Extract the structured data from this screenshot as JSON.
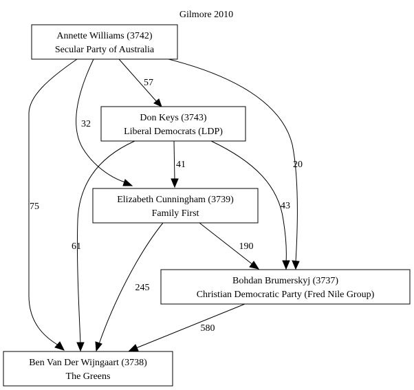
{
  "title": "Gilmore 2010",
  "nodes": {
    "annette": {
      "line1": "Annette Williams (3742)",
      "line2": "Secular Party of Australia"
    },
    "don": {
      "line1": "Don Keys (3743)",
      "line2": "Liberal Democrats (LDP)"
    },
    "elizabeth": {
      "line1": "Elizabeth Cunningham (3739)",
      "line2": "Family First"
    },
    "bohdan": {
      "line1": "Bohdan Brumerskyj (3737)",
      "line2": "Christian Democratic Party (Fred Nile Group)"
    },
    "ben": {
      "line1": "Ben Van Der Wijngaart (3738)",
      "line2": "The Greens"
    }
  },
  "edges": {
    "annette_ben": {
      "from": "Annette Williams (3742)",
      "to": "Ben Van Der Wijngaart (3738)",
      "label": "75"
    },
    "annette_elizabeth": {
      "from": "Annette Williams (3742)",
      "to": "Elizabeth Cunningham (3739)",
      "label": "32"
    },
    "annette_don": {
      "from": "Annette Williams (3742)",
      "to": "Don Keys (3743)",
      "label": "57"
    },
    "annette_bohdan": {
      "from": "Annette Williams (3742)",
      "to": "Bohdan Brumerskyj (3737)",
      "label": "20"
    },
    "don_ben": {
      "from": "Don Keys (3743)",
      "to": "Ben Van Der Wijngaart (3738)",
      "label": "61"
    },
    "don_elizabeth": {
      "from": "Don Keys (3743)",
      "to": "Elizabeth Cunningham (3739)",
      "label": "41"
    },
    "don_bohdan": {
      "from": "Don Keys (3743)",
      "to": "Bohdan Brumerskyj (3737)",
      "label": "43"
    },
    "elizabeth_bohdan": {
      "from": "Elizabeth Cunningham (3739)",
      "to": "Bohdan Brumerskyj (3737)",
      "label": "190"
    },
    "elizabeth_ben": {
      "from": "Elizabeth Cunningham (3739)",
      "to": "Ben Van Der Wijngaart (3738)",
      "label": "245"
    },
    "bohdan_ben": {
      "from": "Bohdan Brumerskyj (3737)",
      "to": "Ben Van Der Wijngaart (3738)",
      "label": "580"
    }
  }
}
